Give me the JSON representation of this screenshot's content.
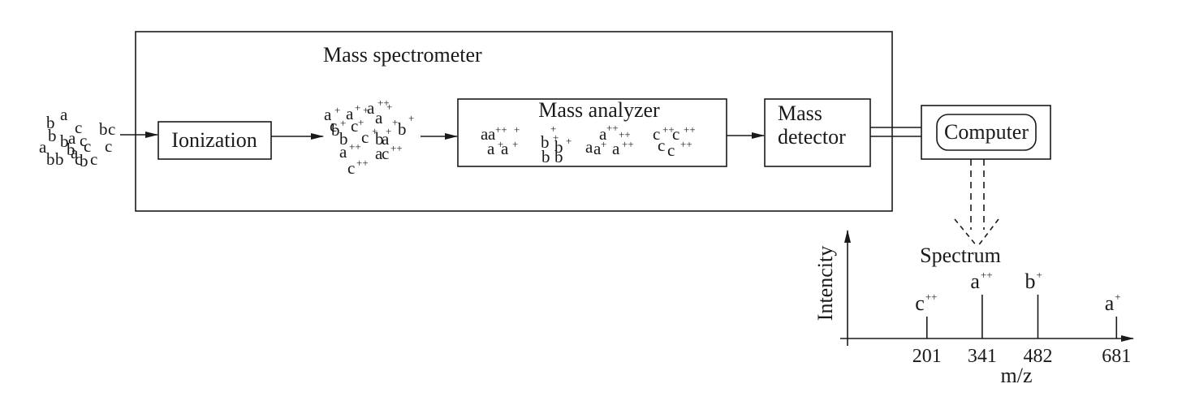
{
  "diagram": {
    "spectrometer_label": "Mass spectrometer",
    "ionization_label": "Ionization",
    "analyzer_label": "Mass analyzer",
    "detector_label_line1": "Mass",
    "detector_label_line2": "detector",
    "computer_label": "Computer",
    "neutral_letters": [
      "a",
      "b",
      "c",
      "b",
      "b",
      "a",
      "c",
      "c",
      "a",
      "b",
      "b",
      "a",
      "b",
      "c",
      "b",
      "b",
      "c",
      "c",
      "c"
    ],
    "ion_letters": [
      "a",
      "a",
      "a",
      "b",
      "c",
      "a",
      "c",
      "b",
      "b",
      "b",
      "a",
      "a",
      "c",
      "a",
      "c",
      "c"
    ],
    "analyzer_letters": [
      "a",
      "a",
      "a",
      "a",
      "b",
      "b",
      "b",
      "b",
      "a",
      "a",
      "a",
      "a",
      "c",
      "c",
      "c",
      "c"
    ]
  },
  "chart_data": {
    "type": "bar",
    "title": "Spectrum",
    "xlabel": "m/z",
    "ylabel": "Intencity",
    "categories": [
      "201",
      "341",
      "482",
      "681"
    ],
    "ion_labels": [
      "c",
      "a",
      "b",
      "a"
    ],
    "charges": [
      "++",
      "++",
      "+",
      "+"
    ],
    "values": [
      1,
      2,
      2,
      1
    ]
  }
}
